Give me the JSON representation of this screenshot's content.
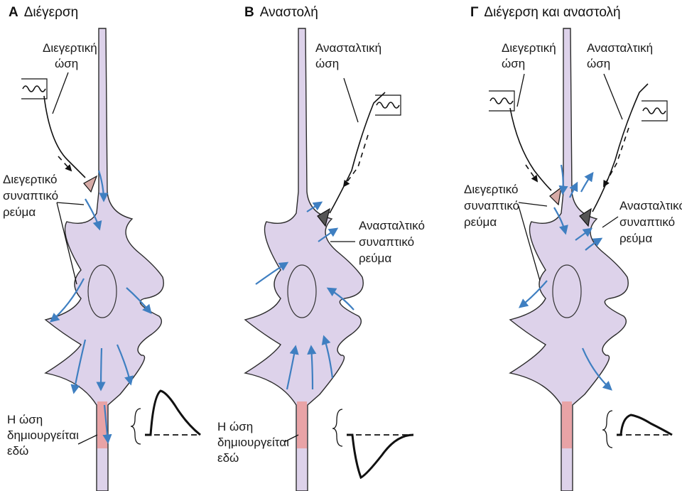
{
  "panels": {
    "A": {
      "letter": "A",
      "title": "Διέγερση"
    },
    "B": {
      "letter": "B",
      "title": "Αναστολή"
    },
    "C": {
      "letter": "Γ",
      "title": "Διέγερση και αναστολή"
    }
  },
  "labels": {
    "excitatory_pulse": [
      "Διεγερτική",
      "ώση"
    ],
    "inhibitory_pulse": [
      "Ανασταλτική",
      "ώση"
    ],
    "excitatory_current": [
      "Διεγερτικό",
      "συναπτικό",
      "ρεύμα"
    ],
    "inhibitory_current": [
      "Ανασταλτικό",
      "συναπτικό",
      "ρεύμα"
    ],
    "impulse_origin": [
      "Η ώση",
      "δημιουργείται",
      "εδώ"
    ]
  },
  "colors": {
    "cell_body": "#ddd2ea",
    "axon_initial_segment": "#e8a3a6",
    "current_arrows": "#3f7fc1",
    "excitatory_terminal": "#d6aaa6",
    "inhibitory_terminal": "#555555"
  },
  "icons": {
    "stimulator": "stimulating-electrode-coil-icon",
    "arrow": "current-flow-arrow-icon"
  }
}
